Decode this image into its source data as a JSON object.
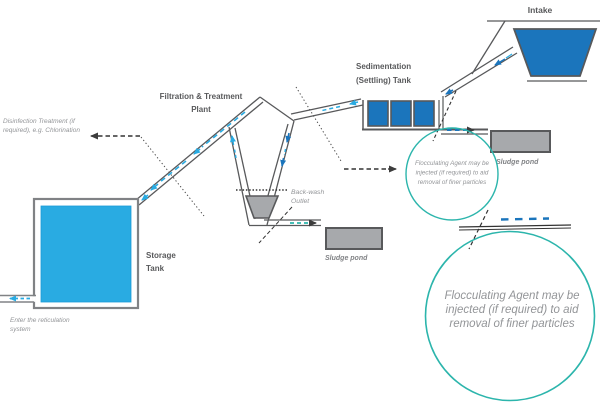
{
  "diagram": {
    "labels": {
      "intake": "Intake",
      "sedimentation": {
        "line1": "Sedimentation",
        "line2": "(Settling) Tank"
      },
      "filtration": {
        "line1": "Filtration & Treatment",
        "line2": "Plant"
      },
      "storage": {
        "line1": "Storage",
        "line2": "Tank"
      }
    },
    "annotations": {
      "disinfection": {
        "line1": "Disinfection Treatment (if",
        "line2": "required), e.g. Chlorination"
      },
      "backwash": {
        "line1": "Back-wash",
        "line2": "Outlet"
      },
      "sludge_pond_filtration": "Sludge pond",
      "sludge_pond_sedimentation": "Sludge pond",
      "reticulation": {
        "line1": "Enter the reticulation",
        "line2": "system"
      },
      "flocculating_small": {
        "line1": "Flocculating Agent may be",
        "line2": "injected (if required) to aid",
        "line3": "removal of finer particles"
      },
      "flocculating_large": {
        "line1": "Flocculating Agent may be",
        "line2": "injected (if required) to aid",
        "line3": "removal of finer particles"
      }
    },
    "colors": {
      "tank_blue": "#1B75BC",
      "water_blue": "#29ABE2",
      "highlight_teal": "#2CB5AC",
      "sludge_gray": "#A7A9AC",
      "line_gray": "#58595B",
      "annotation_gray": "#939598"
    }
  }
}
